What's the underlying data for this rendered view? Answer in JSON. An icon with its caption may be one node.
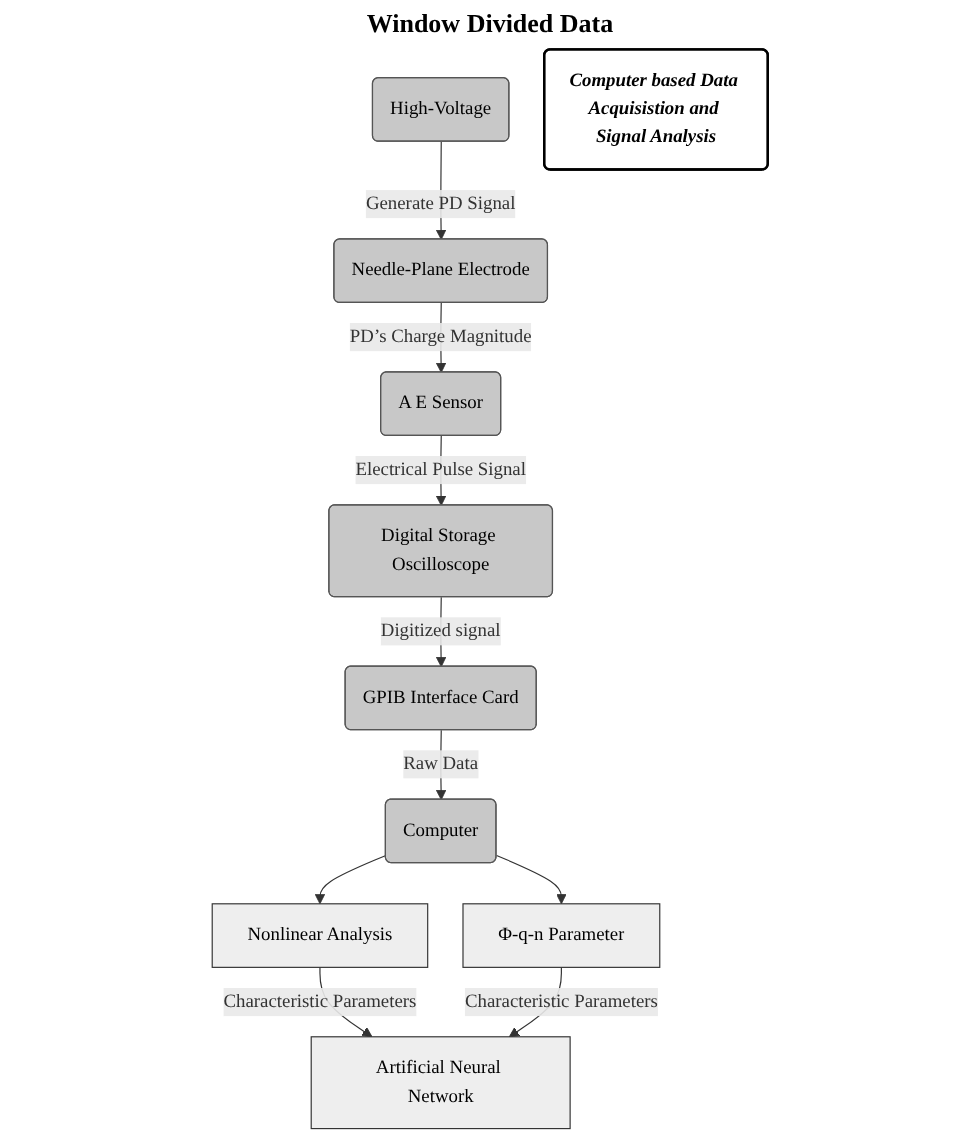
{
  "diagram": {
    "nodes": [
      {
        "text": [
          "High-Voltage"
        ]
      },
      {
        "text": [
          "Needle-Plane Electrode"
        ]
      },
      {
        "text": [
          "A E Sensor"
        ]
      },
      {
        "text": [
          "Digital Storage Oscilloscope"
        ]
      },
      {
        "text": [
          "GPIB Interface Card"
        ]
      },
      {
        "text": [
          "Computer"
        ]
      },
      {
        "text": [
          "Nonlinear Analysis"
        ]
      },
      {
        "text": [
          "Φ-q-n Parameter"
        ]
      },
      {
        "text": [
          "Artificial Neural Network"
        ]
      },
      {
        "text": [
          "Computer based Data Acquisistion and Signal Analysis"
        ]
      }
    ],
    "edges": [
      {
        "from": 0,
        "to": 1,
        "arrow": "to",
        "label": "Generate PD Signal"
      },
      {
        "from": 1,
        "to": 2,
        "arrow": "to",
        "label": "PD’s Charge Magnitude"
      },
      {
        "from": 2,
        "to": 3,
        "arrow": "to",
        "label": "Electrical Pulse Signal"
      },
      {
        "from": 3,
        "to": 4,
        "arrow": "to",
        "label": "Digitized signal"
      },
      {
        "from": 4,
        "to": 5,
        "arrow": "to",
        "label": "Raw Data"
      },
      {
        "from": 5,
        "to": 6,
        "arrow": "to"
      },
      {
        "from": 5,
        "to": 7,
        "arrow": "to"
      },
      {
        "from": 6,
        "to": 8,
        "arrow": "to",
        "label": "Characteristic Parameters"
      },
      {
        "from": 7,
        "to": 8,
        "arrow": "to",
        "label": "Characteristic Parameters"
      }
    ],
    "labels": [
      "Window Divided Data"
    ]
  }
}
